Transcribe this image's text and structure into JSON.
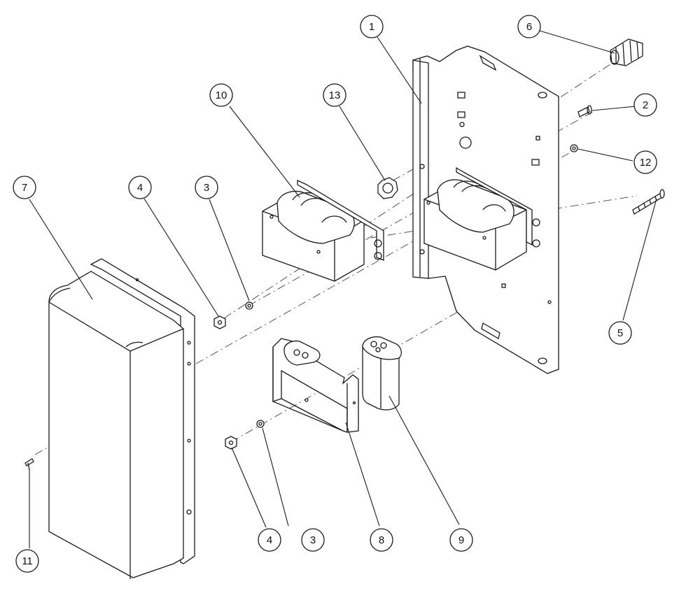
{
  "diagram": {
    "type": "exploded-parts-diagram",
    "callouts": [
      {
        "id": "c1",
        "label": "1"
      },
      {
        "id": "c2",
        "label": "2"
      },
      {
        "id": "c3a",
        "label": "3"
      },
      {
        "id": "c3b",
        "label": "3"
      },
      {
        "id": "c4a",
        "label": "4"
      },
      {
        "id": "c4b",
        "label": "4"
      },
      {
        "id": "c5",
        "label": "5"
      },
      {
        "id": "c6",
        "label": "6"
      },
      {
        "id": "c7",
        "label": "7"
      },
      {
        "id": "c8",
        "label": "8"
      },
      {
        "id": "c9",
        "label": "9"
      },
      {
        "id": "c10",
        "label": "10"
      },
      {
        "id": "c11",
        "label": "11"
      },
      {
        "id": "c12",
        "label": "12"
      },
      {
        "id": "c13",
        "label": "13"
      }
    ]
  }
}
